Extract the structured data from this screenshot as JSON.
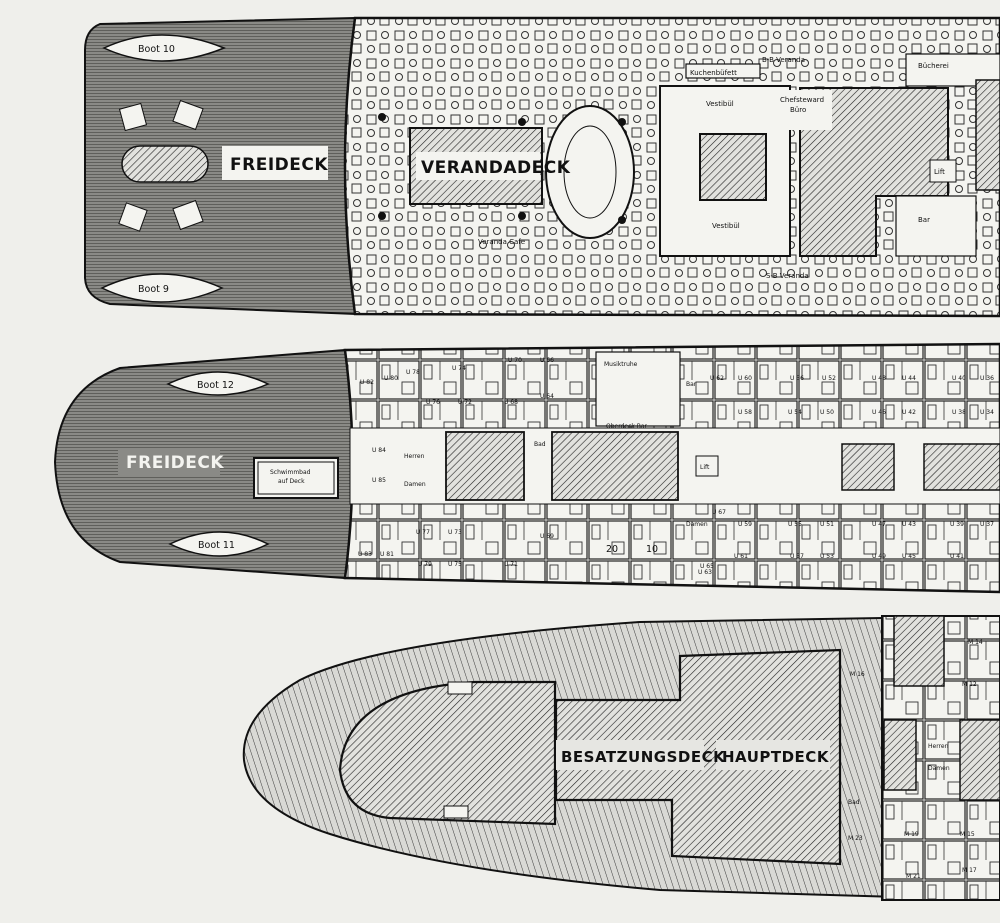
{
  "decks": {
    "upper": {
      "freideck": "FREIDECK",
      "verandadeck": "VERANDADECK",
      "boot_top": "Boot 10",
      "boot_bottom": "Boot 9",
      "veranda_cafe": "Veranda Cafe",
      "vestibuel_top": "Vestibül",
      "vestibuel_bottom": "Vestibül",
      "kuchenbuefett": "Kuchenbüfett",
      "bb_veranda": "B-B Veranda",
      "sb_veranda": "S-B Veranda",
      "chefsteward": "Chefsteward",
      "buero": "Büro",
      "buecherei": "Bücherei",
      "lift": "Lift",
      "bar": "Bar"
    },
    "middle": {
      "freideck": "FREIDECK",
      "boot_top": "Boot 12",
      "boot_bottom": "Boot 11",
      "schwimmbad_line1": "Schwimmbad",
      "schwimmbad_line2": "auf Deck",
      "musiktruhe": "Musiktruhe",
      "oberdeck_bar": "Oberdeck Bar",
      "bar": "Bar",
      "lift": "Lift",
      "herren": "Herren",
      "damen": "Damen",
      "damen_2": "Damen",
      "bad": "Bad",
      "num_20": "20",
      "num_10": "10",
      "cabins_top": [
        "U 82",
        "U 80",
        "U 78",
        "U 76",
        "U 74",
        "U 72",
        "U 70",
        "U 68",
        "U 66",
        "U 64",
        "U 62",
        "U 60",
        "U 58",
        "U 56",
        "U 54",
        "U 52",
        "U 50",
        "U 48",
        "U 46",
        "U 44",
        "U 42",
        "U 40",
        "U 38",
        "U 36",
        "U 34"
      ],
      "cabins_bottom": [
        "U 85",
        "U 84",
        "U 83",
        "U 81",
        "U 79",
        "U 77",
        "U 75",
        "U 73",
        "U 71",
        "U 69",
        "U 67",
        "U 65",
        "U 63",
        "U 61",
        "U 59",
        "U 57",
        "U 55",
        "U 53",
        "U 51",
        "U 49",
        "U 47",
        "U 45",
        "U 43",
        "U 41",
        "U 39",
        "U 37"
      ]
    },
    "lower": {
      "besatzungsdeck": "BESATZUNGSDECK",
      "hauptdeck": "HAUPTDECK",
      "herren": "Herren",
      "damen": "Damen",
      "bad": "Bad",
      "cabins": [
        "M 16",
        "M 14",
        "M 12",
        "M 19",
        "M 15",
        "M 23",
        "M 21",
        "M 17"
      ]
    }
  }
}
